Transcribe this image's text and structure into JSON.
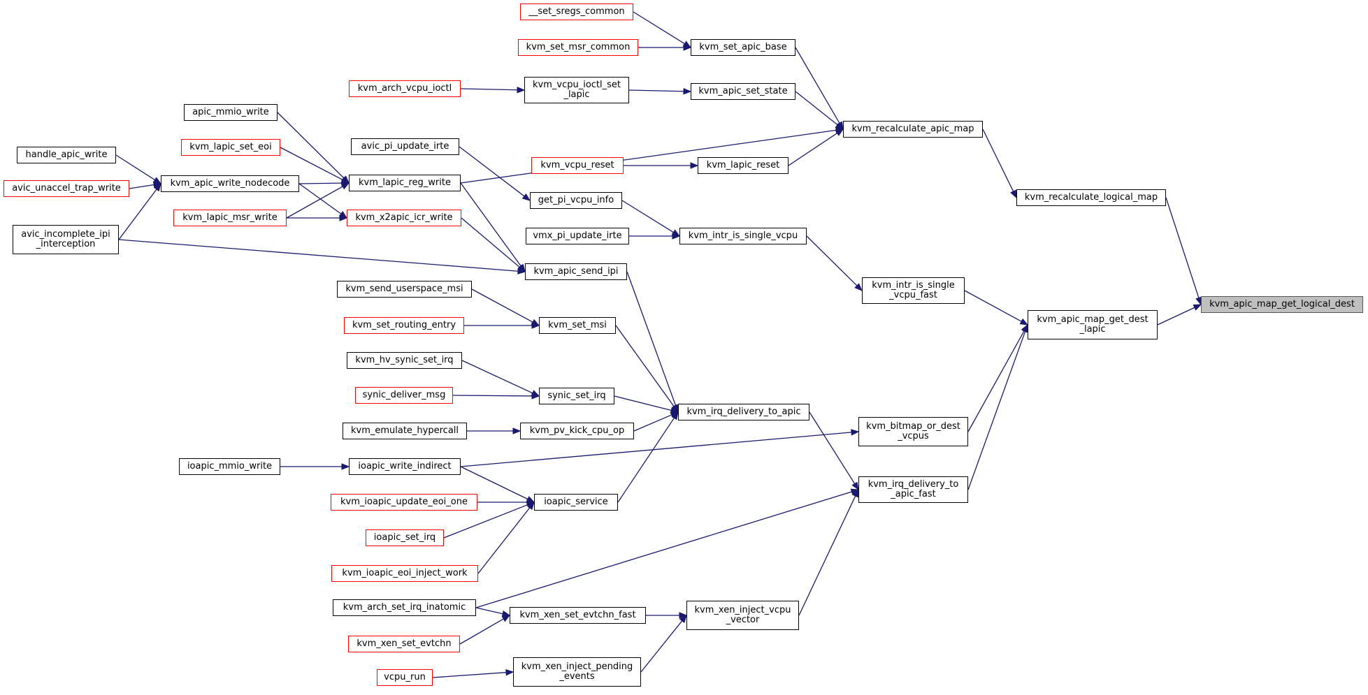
{
  "colors": {
    "edge": "#191970",
    "node_border": "#000000",
    "truncated_border": "#ff0000",
    "root_fill": "#bfbfbf"
  },
  "nodes": [
    {
      "id": "root",
      "label": "kvm_apic_map_get_logical_dest",
      "style": "root"
    },
    {
      "id": "n_recalc_logical",
      "label": "kvm_recalculate_logical_map",
      "style": "normal"
    },
    {
      "id": "n_map_get_dest",
      "label": "kvm_apic_map_get_dest\n_lapic",
      "style": "normal"
    },
    {
      "id": "n_recalc_apic",
      "label": "kvm_recalculate_apic_map",
      "style": "normal"
    },
    {
      "id": "n_set_apic_base",
      "label": "kvm_set_apic_base",
      "style": "normal"
    },
    {
      "id": "n_sregs",
      "label": "__set_sregs_common",
      "style": "red"
    },
    {
      "id": "n_msr_common",
      "label": "kvm_set_msr_common",
      "style": "red"
    },
    {
      "id": "n_apic_set_state",
      "label": "kvm_apic_set_state",
      "style": "normal"
    },
    {
      "id": "n_ioctl_set_lapic",
      "label": "kvm_vcpu_ioctl_set\n_lapic",
      "style": "normal"
    },
    {
      "id": "n_arch_ioctl",
      "label": "kvm_arch_vcpu_ioctl",
      "style": "red"
    },
    {
      "id": "n_lapic_reg_write",
      "label": "kvm_lapic_reg_write",
      "style": "normal"
    },
    {
      "id": "n_mmio_write",
      "label": "apic_mmio_write",
      "style": "normal"
    },
    {
      "id": "n_set_eoi",
      "label": "kvm_lapic_set_eoi",
      "style": "red"
    },
    {
      "id": "n_write_nodecode",
      "label": "kvm_apic_write_nodecode",
      "style": "normal"
    },
    {
      "id": "n_handle_apic_write",
      "label": "handle_apic_write",
      "style": "normal"
    },
    {
      "id": "n_avic_trap",
      "label": "avic_unaccel_trap_write",
      "style": "red"
    },
    {
      "id": "n_avic_incomplete",
      "label": "avic_incomplete_ipi\n_interception",
      "style": "normal"
    },
    {
      "id": "n_x2apic_icr",
      "label": "kvm_x2apic_icr_write",
      "style": "red"
    },
    {
      "id": "n_lapic_msr_write",
      "label": "kvm_lapic_msr_write",
      "style": "red"
    },
    {
      "id": "n_lapic_reset",
      "label": "kvm_lapic_reset",
      "style": "normal"
    },
    {
      "id": "n_vcpu_reset",
      "label": "kvm_vcpu_reset",
      "style": "red"
    },
    {
      "id": "n_intr_single_fast",
      "label": "kvm_intr_is_single\n_vcpu_fast",
      "style": "normal"
    },
    {
      "id": "n_intr_single",
      "label": "kvm_intr_is_single_vcpu",
      "style": "normal"
    },
    {
      "id": "n_get_pi_vcpu",
      "label": "get_pi_vcpu_info",
      "style": "normal"
    },
    {
      "id": "n_avic_pi_irte",
      "label": "avic_pi_update_irte",
      "style": "normal"
    },
    {
      "id": "n_vmx_pi_irte",
      "label": "vmx_pi_update_irte",
      "style": "normal"
    },
    {
      "id": "n_bitmap_or",
      "label": "kvm_bitmap_or_dest\n_vcpus",
      "style": "normal"
    },
    {
      "id": "n_irq_apic_fast",
      "label": "kvm_irq_delivery_to\n_apic_fast",
      "style": "normal"
    },
    {
      "id": "n_irq_apic",
      "label": "kvm_irq_delivery_to_apic",
      "style": "normal"
    },
    {
      "id": "n_send_ipi",
      "label": "kvm_apic_send_ipi",
      "style": "normal"
    },
    {
      "id": "n_set_msi",
      "label": "kvm_set_msi",
      "style": "normal"
    },
    {
      "id": "n_send_userspace_msi",
      "label": "kvm_send_userspace_msi",
      "style": "normal"
    },
    {
      "id": "n_set_routing",
      "label": "kvm_set_routing_entry",
      "style": "red"
    },
    {
      "id": "n_synic_set_irq",
      "label": "synic_set_irq",
      "style": "normal"
    },
    {
      "id": "n_hv_synic",
      "label": "kvm_hv_synic_set_irq",
      "style": "normal"
    },
    {
      "id": "n_synic_deliver",
      "label": "synic_deliver_msg",
      "style": "red"
    },
    {
      "id": "n_pv_kick",
      "label": "kvm_pv_kick_cpu_op",
      "style": "normal"
    },
    {
      "id": "n_emulate_hypercall",
      "label": "kvm_emulate_hypercall",
      "style": "normal"
    },
    {
      "id": "n_ioapic_service",
      "label": "ioapic_service",
      "style": "normal"
    },
    {
      "id": "n_ioapic_write_ind",
      "label": "ioapic_write_indirect",
      "style": "normal"
    },
    {
      "id": "n_ioapic_mmio",
      "label": "ioapic_mmio_write",
      "style": "normal"
    },
    {
      "id": "n_update_eoi",
      "label": "kvm_ioapic_update_eoi_one",
      "style": "red"
    },
    {
      "id": "n_ioapic_set_irq",
      "label": "ioapic_set_irq",
      "style": "red"
    },
    {
      "id": "n_eoi_inject",
      "label": "kvm_ioapic_eoi_inject_work",
      "style": "red"
    },
    {
      "id": "n_xen_inject_vector",
      "label": "kvm_xen_inject_vcpu\n_vector",
      "style": "normal"
    },
    {
      "id": "n_xen_evtchn_fast",
      "label": "kvm_xen_set_evtchn_fast",
      "style": "normal"
    },
    {
      "id": "n_arch_irq_inatomic",
      "label": "kvm_arch_set_irq_inatomic",
      "style": "normal"
    },
    {
      "id": "n_xen_set_evtchn",
      "label": "kvm_xen_set_evtchn",
      "style": "red"
    },
    {
      "id": "n_xen_pending",
      "label": "kvm_xen_inject_pending\n_events",
      "style": "normal"
    },
    {
      "id": "n_vcpu_run",
      "label": "vcpu_run",
      "style": "red"
    }
  ],
  "edges": [
    [
      "n_recalc_logical",
      "root"
    ],
    [
      "n_map_get_dest",
      "root"
    ],
    [
      "n_recalc_apic",
      "n_recalc_logical"
    ],
    [
      "n_set_apic_base",
      "n_recalc_apic"
    ],
    [
      "n_sregs",
      "n_set_apic_base"
    ],
    [
      "n_msr_common",
      "n_set_apic_base"
    ],
    [
      "n_apic_set_state",
      "n_recalc_apic"
    ],
    [
      "n_ioctl_set_lapic",
      "n_apic_set_state"
    ],
    [
      "n_arch_ioctl",
      "n_ioctl_set_lapic"
    ],
    [
      "n_lapic_reg_write",
      "n_recalc_apic"
    ],
    [
      "n_lapic_reset",
      "n_recalc_apic"
    ],
    [
      "n_vcpu_reset",
      "n_lapic_reset"
    ],
    [
      "n_mmio_write",
      "n_lapic_reg_write"
    ],
    [
      "n_set_eoi",
      "n_lapic_reg_write"
    ],
    [
      "n_write_nodecode",
      "n_lapic_reg_write"
    ],
    [
      "n_lapic_msr_write",
      "n_lapic_reg_write"
    ],
    [
      "n_handle_apic_write",
      "n_write_nodecode"
    ],
    [
      "n_avic_trap",
      "n_write_nodecode"
    ],
    [
      "n_avic_incomplete",
      "n_write_nodecode"
    ],
    [
      "n_write_nodecode",
      "n_x2apic_icr"
    ],
    [
      "n_lapic_msr_write",
      "n_x2apic_icr"
    ],
    [
      "n_lapic_reg_write",
      "n_send_ipi"
    ],
    [
      "n_x2apic_icr",
      "n_send_ipi"
    ],
    [
      "n_avic_incomplete",
      "n_send_ipi"
    ],
    [
      "n_intr_single_fast",
      "n_map_get_dest"
    ],
    [
      "n_bitmap_or",
      "n_map_get_dest"
    ],
    [
      "n_irq_apic_fast",
      "n_map_get_dest"
    ],
    [
      "n_intr_single",
      "n_intr_single_fast"
    ],
    [
      "n_get_pi_vcpu",
      "n_intr_single"
    ],
    [
      "n_vmx_pi_irte",
      "n_intr_single"
    ],
    [
      "n_avic_pi_irte",
      "n_get_pi_vcpu"
    ],
    [
      "n_ioapic_write_ind",
      "n_bitmap_or"
    ],
    [
      "n_irq_apic",
      "n_irq_apic_fast"
    ],
    [
      "n_arch_irq_inatomic",
      "n_irq_apic_fast"
    ],
    [
      "n_xen_inject_vector",
      "n_irq_apic_fast"
    ],
    [
      "n_send_ipi",
      "n_irq_apic"
    ],
    [
      "n_set_msi",
      "n_irq_apic"
    ],
    [
      "n_synic_set_irq",
      "n_irq_apic"
    ],
    [
      "n_pv_kick",
      "n_irq_apic"
    ],
    [
      "n_ioapic_service",
      "n_irq_apic"
    ],
    [
      "n_send_userspace_msi",
      "n_set_msi"
    ],
    [
      "n_set_routing",
      "n_set_msi"
    ],
    [
      "n_hv_synic",
      "n_synic_set_irq"
    ],
    [
      "n_synic_deliver",
      "n_synic_set_irq"
    ],
    [
      "n_emulate_hypercall",
      "n_pv_kick"
    ],
    [
      "n_ioapic_write_ind",
      "n_ioapic_service"
    ],
    [
      "n_update_eoi",
      "n_ioapic_service"
    ],
    [
      "n_ioapic_set_irq",
      "n_ioapic_service"
    ],
    [
      "n_eoi_inject",
      "n_ioapic_service"
    ],
    [
      "n_ioapic_mmio",
      "n_ioapic_write_ind"
    ],
    [
      "n_xen_evtchn_fast",
      "n_xen_inject_vector"
    ],
    [
      "n_xen_pending",
      "n_xen_inject_vector"
    ],
    [
      "n_arch_irq_inatomic",
      "n_xen_evtchn_fast"
    ],
    [
      "n_xen_set_evtchn",
      "n_xen_evtchn_fast"
    ],
    [
      "n_vcpu_run",
      "n_xen_pending"
    ]
  ]
}
